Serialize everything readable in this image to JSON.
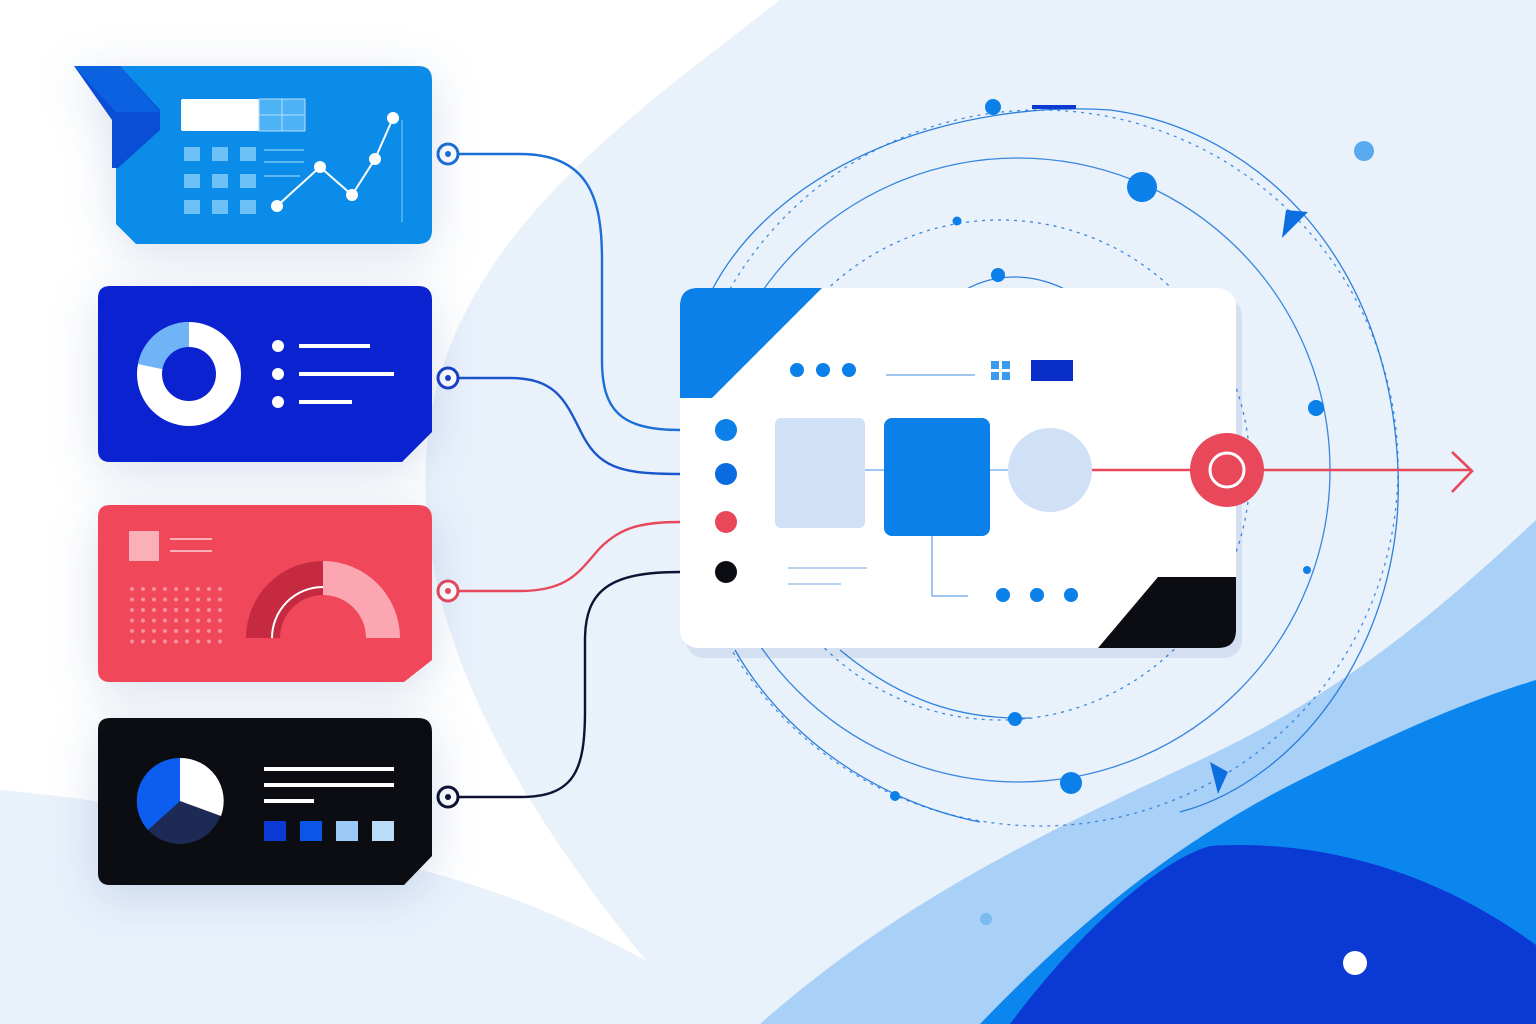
{
  "colors": {
    "background": "#ffffff",
    "wave_light": "#e9f1fb",
    "wave_mid": "#a9d0f6",
    "wave_blue": "#0a86ee",
    "wave_deep": "#0a39d4",
    "card_sky": "#0b8ce8",
    "card_indigo": "#0b22d0",
    "card_coral": "#f0475a",
    "card_black": "#0b0d12",
    "hub_white": "#ffffff",
    "hub_light_tile": "#cfe0f7",
    "hub_blue_tile": "#0b80e8",
    "accent_red": "#e8485a",
    "orbit_line": "#1a74d8"
  },
  "cards": [
    {
      "name": "analytics-card",
      "color": "card_sky",
      "icon": "line-chart-icon"
    },
    {
      "name": "donut-summary-card",
      "color": "card_indigo",
      "icon": "donut-chart-icon"
    },
    {
      "name": "gauge-card",
      "color": "card_coral",
      "icon": "gauge-icon"
    },
    {
      "name": "pie-report-card",
      "color": "card_black",
      "icon": "pie-chart-icon"
    }
  ],
  "hub": {
    "name": "central-hub-panel",
    "icon": "workflow-icon",
    "output": "arrow-right-icon"
  }
}
